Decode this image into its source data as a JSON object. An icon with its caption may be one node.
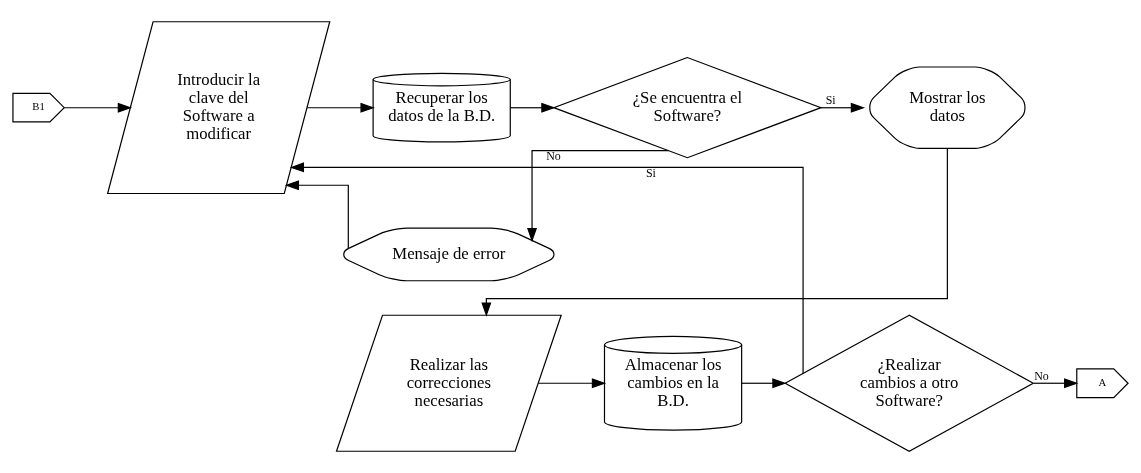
{
  "diagram": {
    "nodes": [
      {
        "text": [
          "B1"
        ]
      },
      {
        "text": [
          "Introducir la clave del Software a modificar"
        ]
      },
      {
        "text": [
          "Recuperar los datos de la B.D."
        ]
      },
      {
        "text": [
          "¿Se encuentra el Software?"
        ]
      },
      {
        "text": [
          "Mostrar los datos"
        ]
      },
      {
        "text": [
          "Mensaje de error"
        ]
      },
      {
        "text": [
          "Realizar las correcciones necesarias"
        ]
      },
      {
        "text": [
          "Almacenar los cambios en la B.D."
        ]
      },
      {
        "text": [
          "¿Realizar cambios a otro Software?"
        ]
      },
      {
        "text": [
          "A"
        ]
      }
    ],
    "edges": [
      {
        "from": 0,
        "to": 1,
        "arrow": "to"
      },
      {
        "from": 1,
        "to": 2,
        "arrow": "to"
      },
      {
        "from": 2,
        "to": 3,
        "arrow": "to"
      },
      {
        "from": 3,
        "to": 4,
        "label": "Si",
        "arrow": "to"
      },
      {
        "from": 3,
        "to": 5,
        "label": "No",
        "arrow": "to"
      },
      {
        "from": 5,
        "to": 1,
        "arrow": "to"
      },
      {
        "from": 4,
        "to": 6,
        "arrow": "to"
      },
      {
        "from": 6,
        "to": 7,
        "arrow": "to"
      },
      {
        "from": 7,
        "to": 8,
        "arrow": "to"
      },
      {
        "from": 8,
        "to": 9,
        "label": "No",
        "arrow": "to"
      },
      {
        "from": 8,
        "to": 1,
        "label": "Si",
        "arrow": "to"
      }
    ]
  }
}
